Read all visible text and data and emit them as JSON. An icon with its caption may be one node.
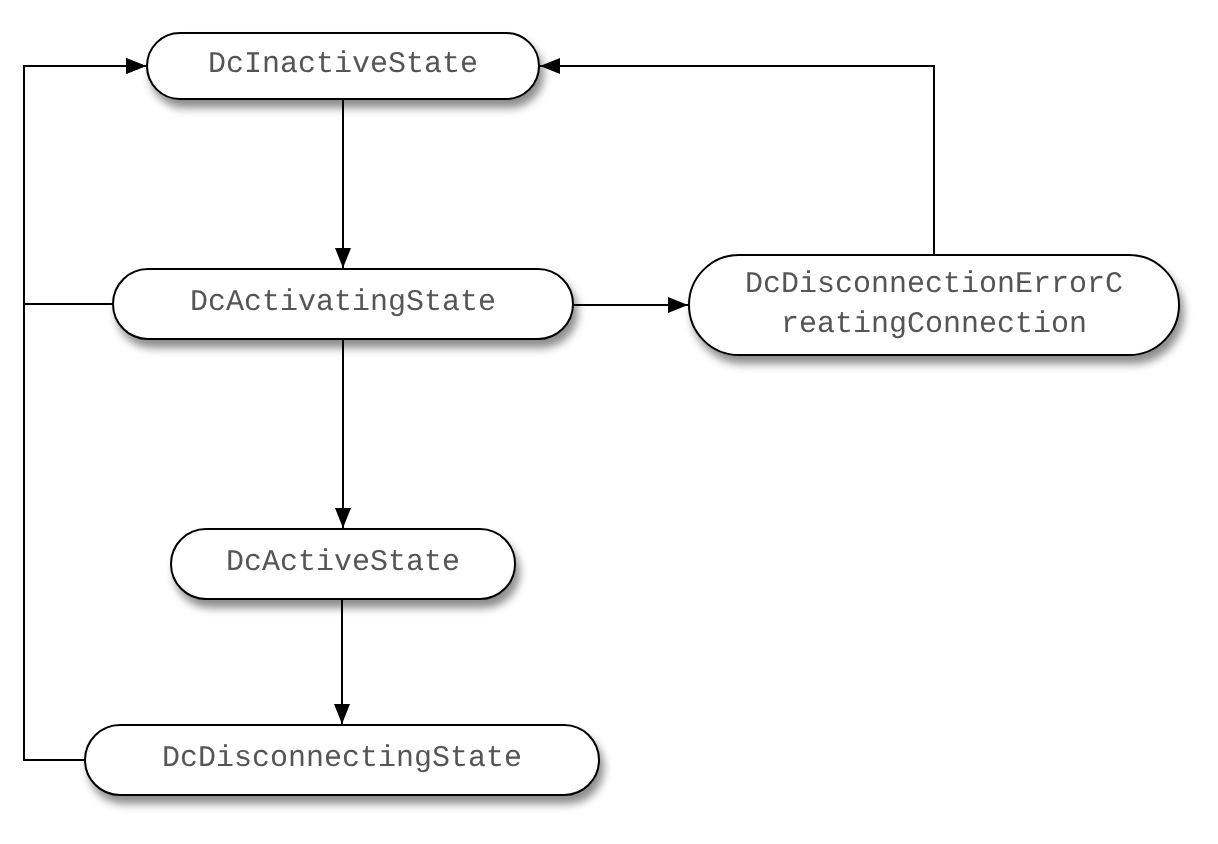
{
  "diagram": {
    "nodes": [
      {
        "text": [
          "DcInactiveState"
        ]
      },
      {
        "text": [
          "DcActivatingState"
        ]
      },
      {
        "text": [
          "DcDisconnectionErrorCreatingConnection"
        ]
      },
      {
        "text": [
          "DcActiveState"
        ]
      },
      {
        "text": [
          "DcDisconnectingState"
        ]
      }
    ],
    "edges": [
      {
        "from": 0,
        "to": 1,
        "arrow": "to"
      },
      {
        "from": 1,
        "to": 2,
        "arrow": "to"
      },
      {
        "from": 2,
        "to": 0,
        "arrow": "to"
      },
      {
        "from": 1,
        "to": 3,
        "arrow": "to"
      },
      {
        "from": 3,
        "to": 4,
        "arrow": "to"
      },
      {
        "from": 1,
        "to": 0,
        "arrow": "to"
      },
      {
        "from": 4,
        "to": 0,
        "arrow": "to"
      }
    ]
  }
}
